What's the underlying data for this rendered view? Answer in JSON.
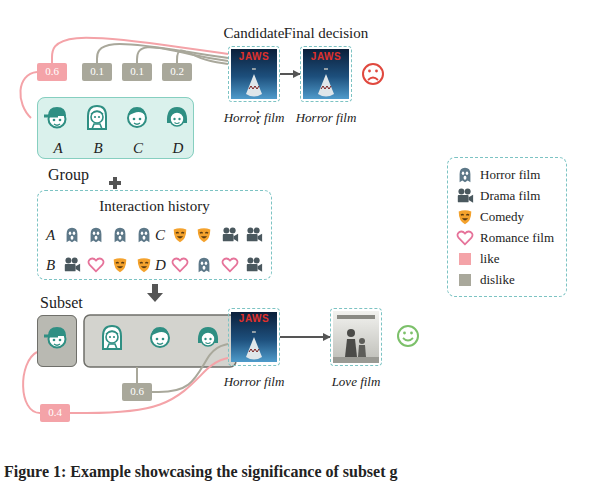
{
  "diagram": {
    "caption": "Figure 1: Example showcasing the significance of subset g",
    "nodes": [
      {
        "text": [
          "0.6"
        ]
      },
      {
        "text": [
          "0.1"
        ]
      },
      {
        "text": [
          "0.1"
        ]
      },
      {
        "text": [
          "0.2"
        ]
      },
      {
        "text": [
          "Group"
        ]
      },
      {
        "text": [
          "A"
        ],
        "in": 4
      },
      {
        "text": [
          "B"
        ],
        "in": 4
      },
      {
        "text": [
          "C"
        ],
        "in": 4
      },
      {
        "text": [
          "D"
        ],
        "in": 4
      },
      {
        "text": [
          "Candidate",
          "JAWS",
          "Horror film"
        ]
      },
      {
        "text": [
          "Final decision",
          "JAWS",
          "Horror film"
        ]
      },
      {
        "text": [
          "Interaction history",
          "A",
          "C",
          "B",
          "D"
        ]
      },
      {
        "text": [
          "Subset"
        ]
      },
      {
        "text": [
          "0.6"
        ]
      },
      {
        "text": [
          "0.4"
        ]
      },
      {
        "text": [
          "JAWS",
          "Horror film"
        ]
      },
      {
        "text": [
          "Love film"
        ]
      }
    ],
    "edges": [
      {
        "from": 0,
        "to": 9,
        "arrow": "none"
      },
      {
        "from": 1,
        "to": 9,
        "arrow": "none"
      },
      {
        "from": 2,
        "to": 9,
        "arrow": "none"
      },
      {
        "from": 3,
        "to": 9,
        "arrow": "none"
      },
      {
        "from": 9,
        "to": 10,
        "arrow": "to"
      },
      {
        "from": 13,
        "to": 15,
        "arrow": "none"
      },
      {
        "from": 14,
        "to": 15,
        "arrow": "none"
      },
      {
        "from": 15,
        "to": 16,
        "arrow": "to"
      }
    ],
    "labels": [
      "⋮"
    ],
    "legend": [
      {
        "text": "Horror film"
      },
      {
        "text": "Drama film"
      },
      {
        "text": "Comedy"
      },
      {
        "text": "Romance film"
      },
      {
        "text": "like",
        "color": "#f4a3a8"
      },
      {
        "text": "dislike",
        "color": "#a9a89b"
      }
    ]
  }
}
